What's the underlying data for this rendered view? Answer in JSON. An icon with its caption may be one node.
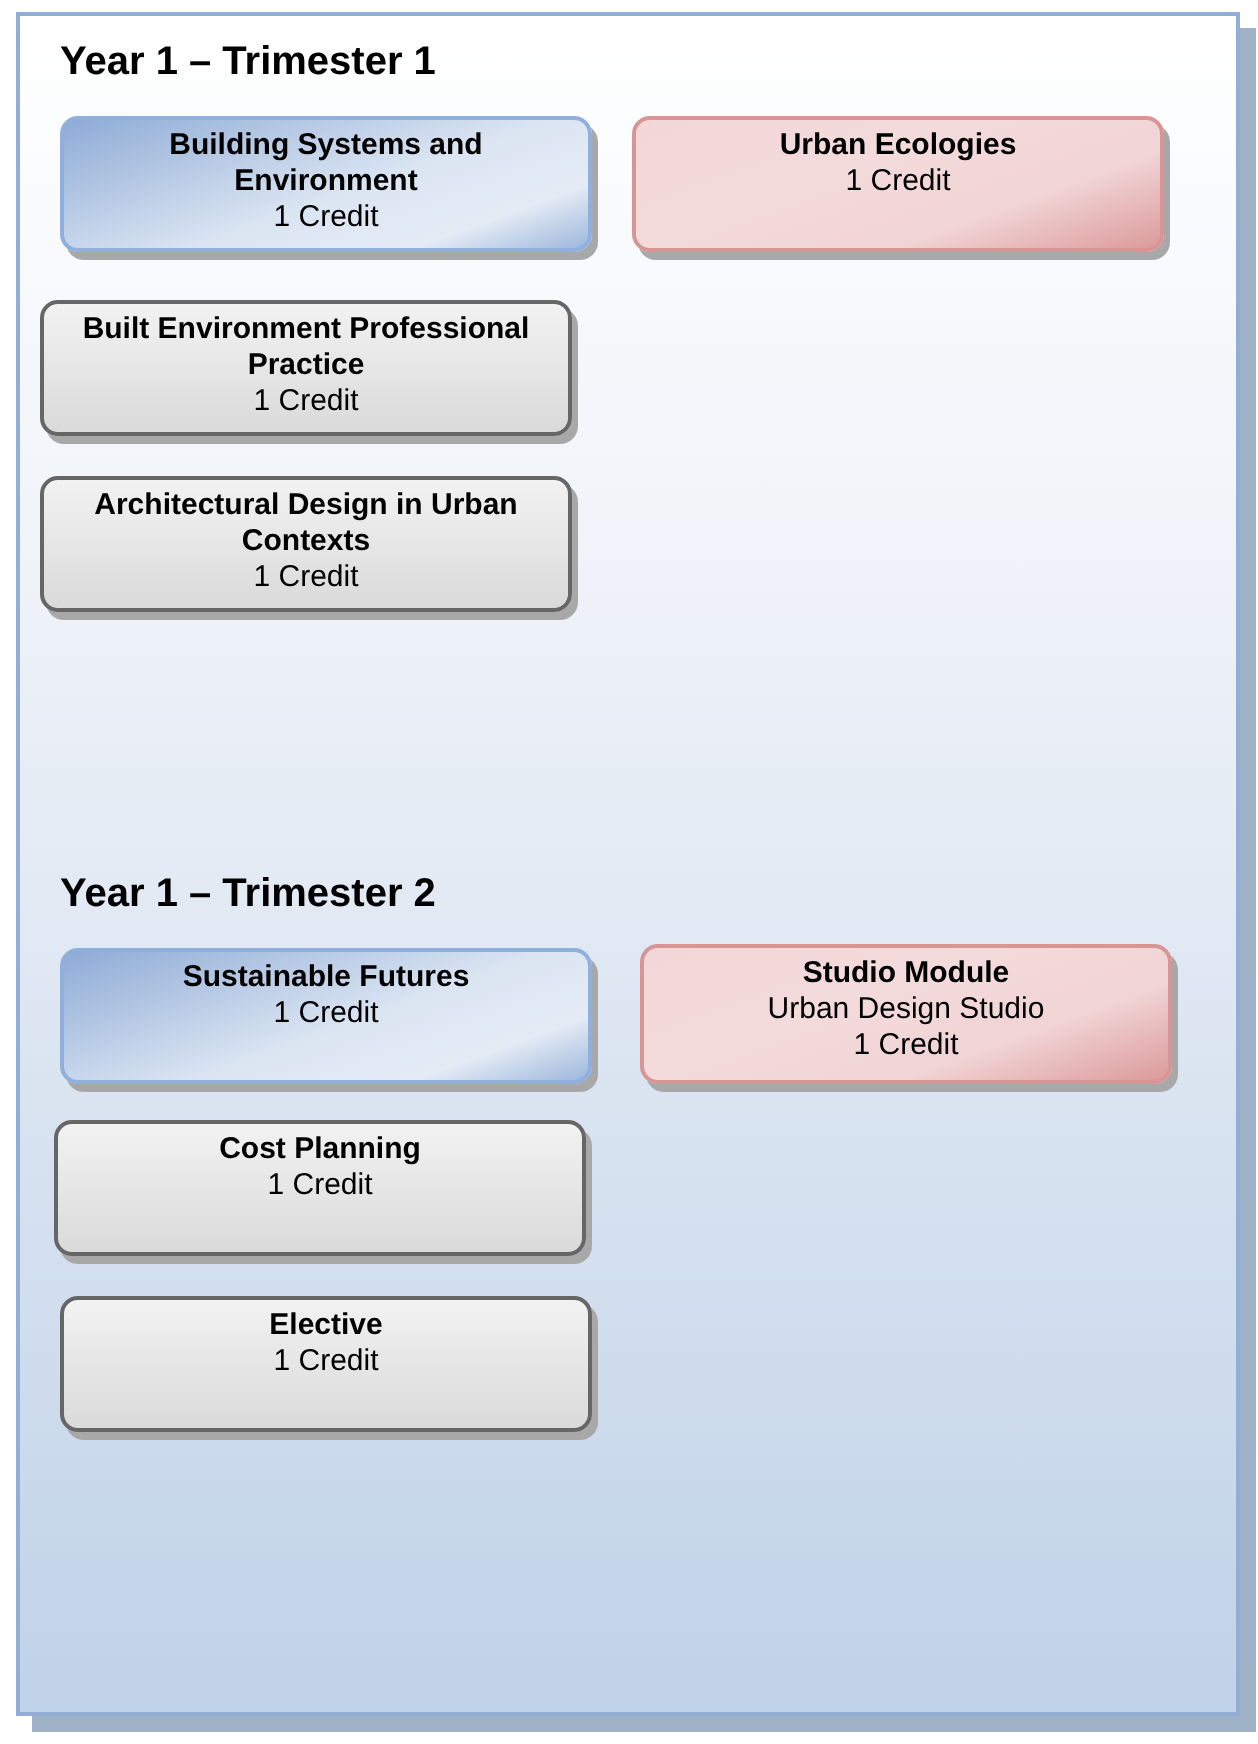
{
  "diagram": {
    "nodes": [
      {
        "text": [
          "Year 1 – Trimester 1",
          "Year 1 – Trimester 2"
        ]
      },
      {
        "text": [
          "Building Systems and Environment",
          "1 Credit"
        ],
        "in": 0
      },
      {
        "text": [
          "Urban Ecologies",
          "1 Credit"
        ],
        "in": 0
      },
      {
        "text": [
          "Built Environment Professional Practice",
          "1 Credit"
        ],
        "in": 0
      },
      {
        "text": [
          "Architectural Design in Urban Contexts",
          "1 Credit"
        ],
        "in": 0
      },
      {
        "text": [
          "Sustainable Futures",
          "1 Credit"
        ],
        "in": 0
      },
      {
        "text": [
          "Studio Module",
          "Urban Design Studio",
          "1 Credit"
        ],
        "in": 0
      },
      {
        "text": [
          "Cost Planning",
          "1 Credit"
        ],
        "in": 0
      },
      {
        "text": [
          "Elective",
          "1 Credit"
        ],
        "in": 0
      }
    ],
    "edges": []
  }
}
